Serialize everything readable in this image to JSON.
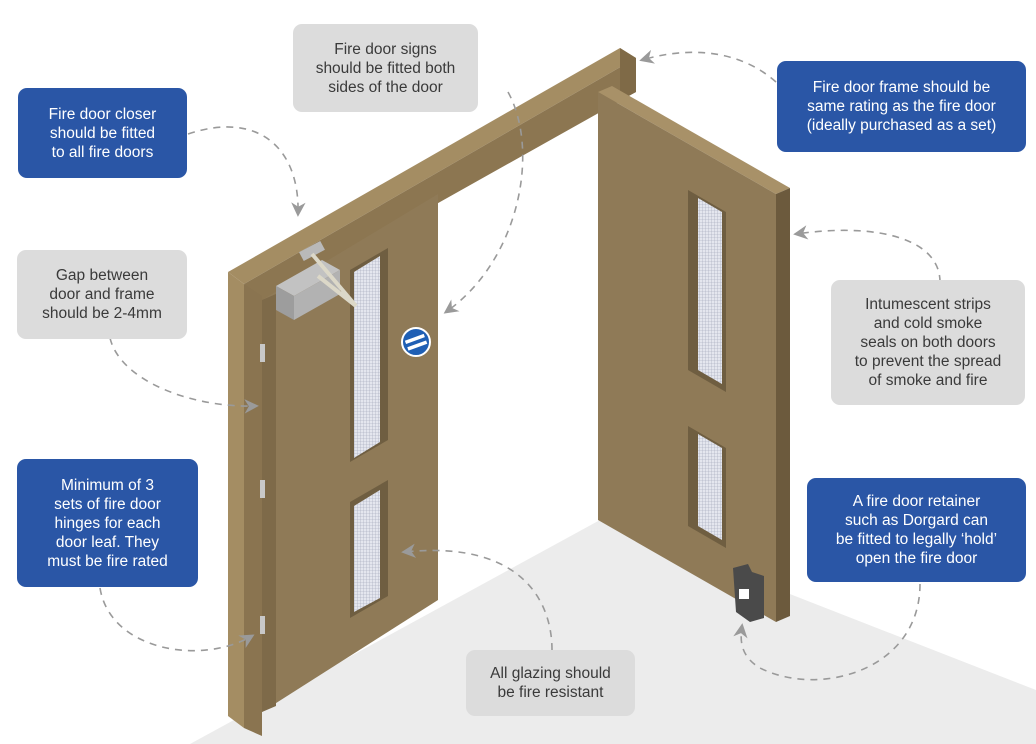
{
  "figure": {
    "subject": "Fire door anatomy — double doors with frame",
    "colors": {
      "callout_blue": "#2a56a6",
      "callout_grey": "#dcdcdc",
      "door_face": "#8f7a57",
      "door_edge": "#a48d63",
      "frame_face": "#9a8459",
      "floor": "#ededed",
      "glazing": "#d8dbe6",
      "closer": "#a9a9a9",
      "retainer": "#4a4a4a",
      "sign_blue": "#1f5fb4",
      "leader_line": "#9a9a9a"
    }
  },
  "callouts": {
    "closer": {
      "text": "Fire door closer\nshould be fitted\nto all fire doors",
      "style": "blue"
    },
    "signs": {
      "text": "Fire door signs\nshould be fitted both\nsides of the door",
      "style": "grey"
    },
    "frame": {
      "text": "Fire door frame should be\nsame rating as the fire door\n(ideally purchased as a set)",
      "style": "blue"
    },
    "gap": {
      "text": "Gap between\ndoor and frame\nshould be 2-4mm",
      "style": "grey"
    },
    "seals": {
      "text": "Intumescent strips\nand cold smoke\nseals on both doors\nto prevent the spread\nof smoke and fire",
      "style": "grey"
    },
    "hinges": {
      "text": "Minimum of 3\nsets of fire door\nhinges for each\ndoor leaf. They\nmust be fire rated",
      "style": "blue"
    },
    "retainer": {
      "text": "A fire door retainer\nsuch as Dorgard can\nbe fitted to legally ‘hold’\nopen the fire door",
      "style": "blue"
    },
    "glazing": {
      "text": "All glazing should\nbe fire resistant",
      "style": "grey"
    }
  },
  "components": {
    "left_door": "left-door-leaf",
    "right_door": "right-door-leaf",
    "frame": "door-frame",
    "closer": "door-closer",
    "sign": "fire-door-sign",
    "hinges_count": 3,
    "retainer": "door-retainer"
  }
}
